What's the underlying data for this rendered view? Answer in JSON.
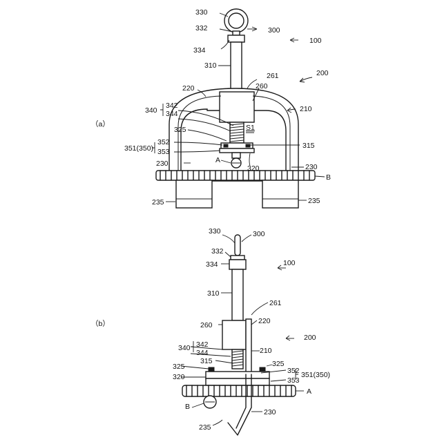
{
  "figure_a": {
    "panel": "（a）",
    "labels": {
      "l330": "330",
      "l332": "332",
      "l300": "300",
      "l100": "100",
      "l334": "334",
      "l310": "310",
      "l261": "261",
      "l200": "200",
      "l220": "220",
      "l260": "260",
      "l210": "210",
      "l340": "340",
      "l342": "342",
      "l344": "344",
      "lS1": "S1",
      "l325": "325",
      "l315": "315",
      "l351": "351(350)",
      "l352": "352",
      "l353": "353",
      "lA": "A",
      "l320": "320",
      "l230a": "230",
      "l230b": "230",
      "lB": "B",
      "l235a": "235",
      "l235b": "235"
    }
  },
  "figure_b": {
    "panel": "（b）",
    "labels": {
      "l330": "330",
      "l300": "300",
      "l332": "332",
      "l334": "334",
      "l100": "100",
      "l310": "310",
      "l261": "261",
      "l260": "260",
      "l220": "220",
      "l200": "200",
      "l340": "340",
      "l342": "342",
      "l344": "344",
      "l210": "210",
      "l315": "315",
      "l325a": "325",
      "l325b": "325",
      "l352": "352",
      "l320": "320",
      "l351": "351(350)",
      "l353": "353",
      "lA": "A",
      "lB": "B",
      "l230": "230",
      "l235": "235"
    }
  }
}
